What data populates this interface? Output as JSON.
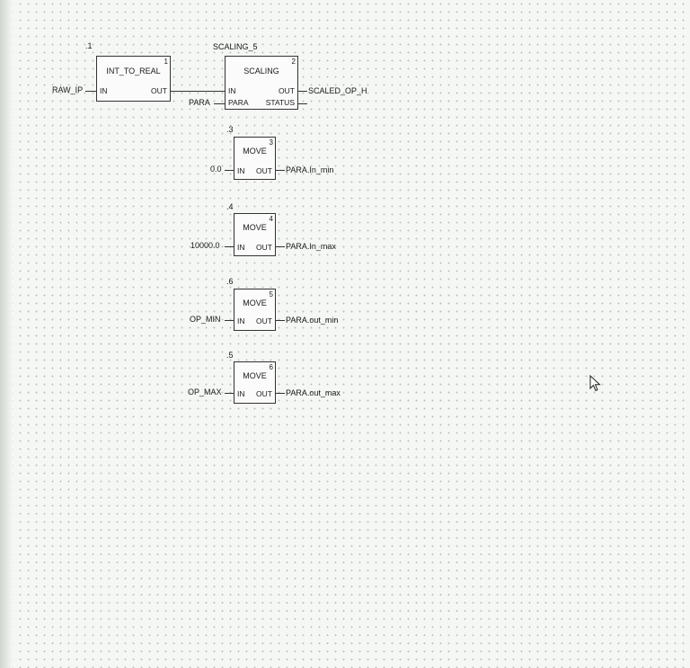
{
  "diagram": {
    "networks": [
      {
        "network_label": ".1",
        "block_type": "INT_TO_REAL",
        "block_number": "1",
        "input_pins": [
          "IN"
        ],
        "output_pins": [
          "OUT"
        ],
        "input_signals": [
          "RAW_IP"
        ]
      },
      {
        "instance_name": "SCALING_5",
        "block_type": "SCALING",
        "block_number": "2",
        "input_pins": [
          "IN",
          "PARA"
        ],
        "output_pins": [
          "OUT",
          "STATUS"
        ],
        "input_signals": [
          "PARA"
        ],
        "output_signals": [
          "SCALED_OP_H"
        ]
      },
      {
        "network_label": ".3",
        "block_type": "MOVE",
        "block_number": "3",
        "input_pins": [
          "IN"
        ],
        "output_pins": [
          "OUT"
        ],
        "input_signal": "0.0",
        "output_signal": "PARA.In_min"
      },
      {
        "network_label": ".4",
        "block_type": "MOVE",
        "block_number": "4",
        "input_pins": [
          "IN"
        ],
        "output_pins": [
          "OUT"
        ],
        "input_signal": "10000.0",
        "output_signal": "PARA.In_max"
      },
      {
        "network_label": ".6",
        "block_type": "MOVE",
        "block_number": "5",
        "input_pins": [
          "IN"
        ],
        "output_pins": [
          "OUT"
        ],
        "input_signal": "OP_MIN",
        "output_signal": "PARA.out_min"
      },
      {
        "network_label": ".5",
        "block_type": "MOVE",
        "block_number": "6",
        "input_pins": [
          "IN"
        ],
        "output_pins": [
          "OUT"
        ],
        "input_signal": "OP_MAX",
        "output_signal": "PARA.out_max"
      }
    ]
  },
  "cursor": {
    "icon": "mouse-pointer-icon"
  }
}
